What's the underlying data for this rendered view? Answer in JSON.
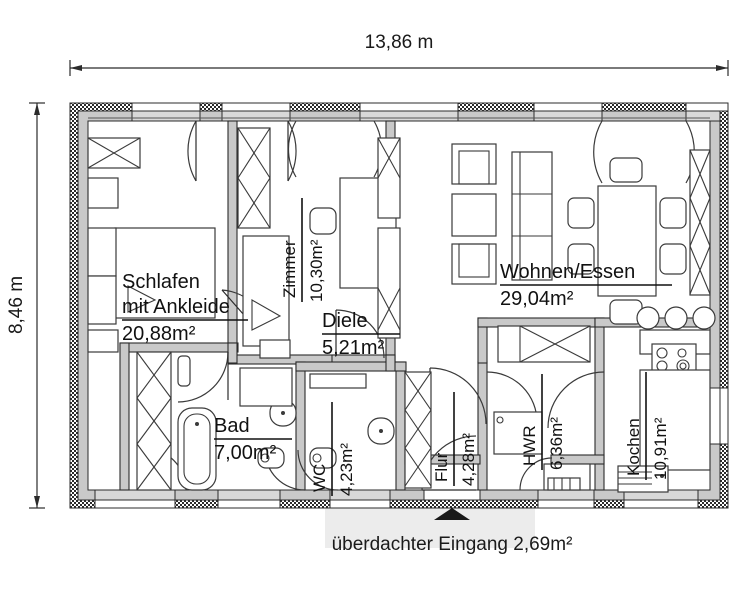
{
  "plan": {
    "title_top_dimension": "13,86 m",
    "title_left_dimension": "8,46 m",
    "entrance_caption": "überdachter Eingang 2,69m²",
    "colors": {
      "wall_fill": "#c9c9c9",
      "wall_stroke": "#2b2b2b",
      "furniture_stroke": "#3a3a3a",
      "text": "#1a1a1a",
      "shade": "#ececec",
      "hatch": "#2b2b2b"
    },
    "rooms": [
      {
        "id": "schlafen",
        "name": "Schlafen",
        "name2": "mit Ankleide",
        "area": "20,88m²",
        "orientation": "horizontal"
      },
      {
        "id": "zimmer",
        "name": "Zimmer",
        "area": "10,30m²",
        "orientation": "vertical"
      },
      {
        "id": "diele",
        "name": "Diele",
        "area": "5,21m²",
        "orientation": "horizontal"
      },
      {
        "id": "wohnen",
        "name": "Wohnen/Essen",
        "area": "29,04m²",
        "orientation": "horizontal"
      },
      {
        "id": "bad",
        "name": "Bad",
        "area": "7,00m²",
        "orientation": "horizontal"
      },
      {
        "id": "wc",
        "name": "WC",
        "area": "4,23m²",
        "orientation": "vertical"
      },
      {
        "id": "flur",
        "name": "Flur",
        "area": "4,28m²",
        "orientation": "vertical"
      },
      {
        "id": "hwr",
        "name": "HWR",
        "area": "6,36m²",
        "orientation": "vertical"
      },
      {
        "id": "kochen",
        "name": "Kochen",
        "area": "10,91m²",
        "orientation": "vertical"
      }
    ],
    "icons": {
      "entrance_arrow": "entrance-arrow-icon",
      "bed": "bed-icon",
      "bathtub": "bathtub-icon",
      "toilet": "toilet-icon",
      "sink": "sink-icon",
      "cooktop": "cooktop-icon",
      "sofa": "sofa-icon",
      "dining_table": "dining-table-icon",
      "wardrobe": "wardrobe-icon",
      "stool": "bar-stool-icon"
    }
  }
}
